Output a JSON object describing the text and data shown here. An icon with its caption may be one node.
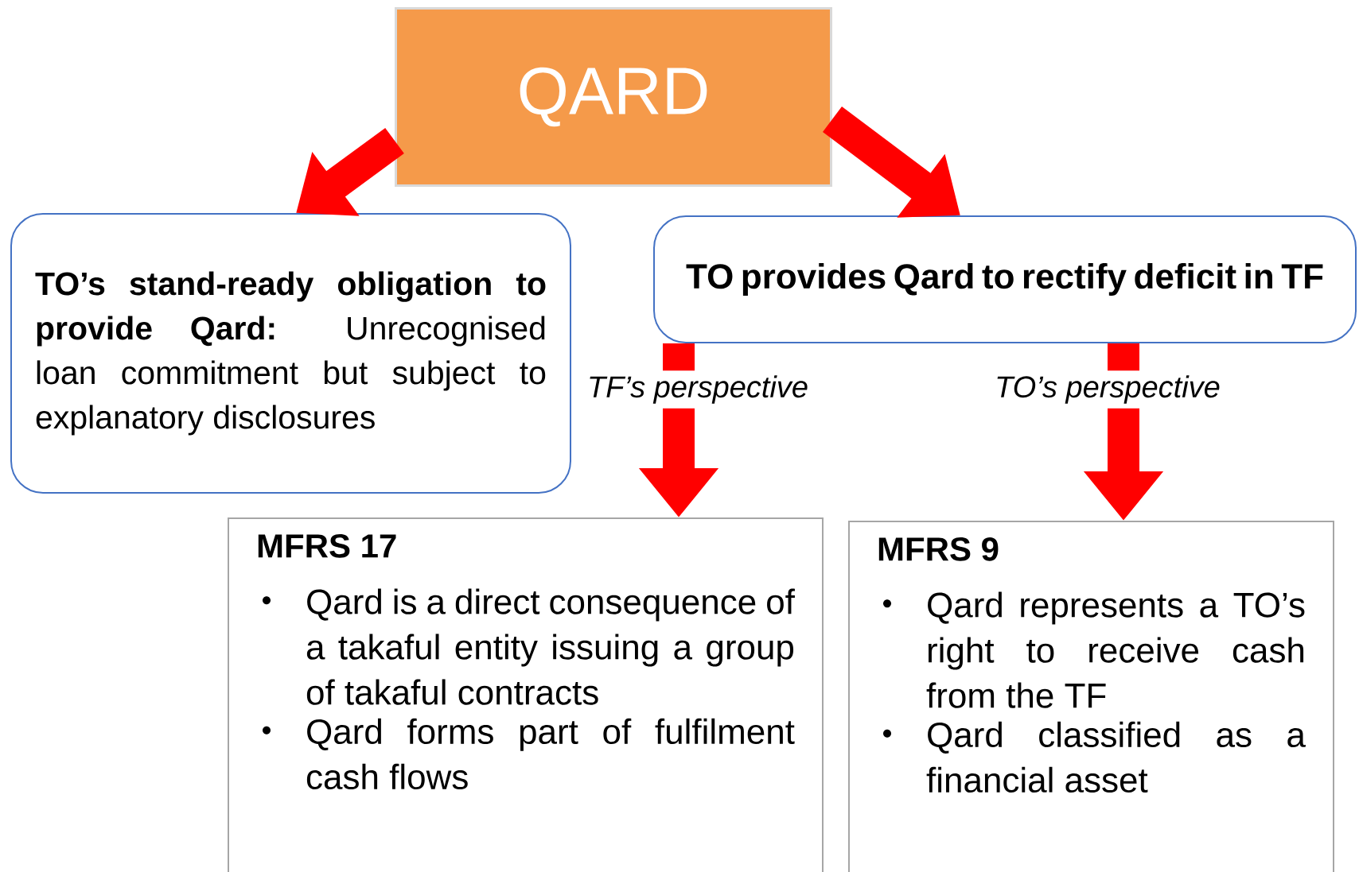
{
  "diagram": {
    "nodes": [
      {
        "text": [
          "QARD"
        ]
      },
      {
        "text": [
          "**TO’s stand-ready obligation to provide Qard:** Unrecognised loan commitment but subject to explanatory disclosures"
        ]
      },
      {
        "text": [
          "TO provides Qard to rectify deficit in TF"
        ]
      },
      {
        "text": [
          "MFRS 17",
          "Qard is a direct consequence of a takaful entity issuing a group of takaful contracts",
          "Qard forms part of fulfilment cash flows"
        ]
      },
      {
        "text": [
          "MFRS 9",
          "Qard represents a TO’s right to receive cash from the TF",
          "Qard classified as a financial asset"
        ]
      }
    ],
    "edges": [
      {
        "from": 0,
        "to": 1,
        "arrow": "to"
      },
      {
        "from": 0,
        "to": 2,
        "arrow": "to"
      },
      {
        "from": 2,
        "to": 3,
        "arrow": "to",
        "label": "TF’s perspective"
      },
      {
        "from": 2,
        "to": 4,
        "arrow": "to",
        "label": "TO’s perspective"
      }
    ]
  }
}
